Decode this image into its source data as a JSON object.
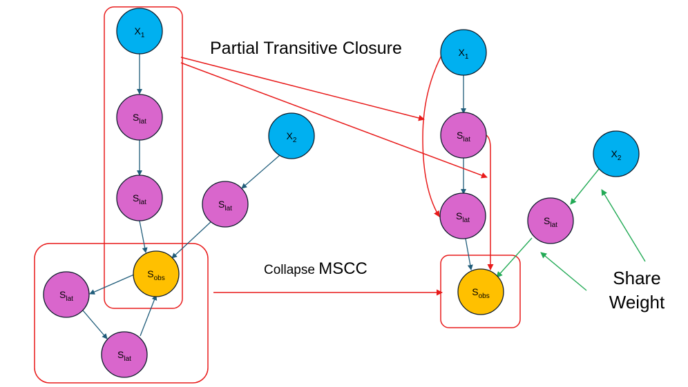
{
  "labels": {
    "ptc": "Partial Transitive Closure",
    "collapse_prefix": "Collapse ",
    "collapse_suffix": "MSCC",
    "share_line1": "Share",
    "share_line2": "Weight"
  },
  "node_text": {
    "x1_main": "X",
    "x1_sub": "1",
    "x2_main": "X",
    "x2_sub": "2",
    "slat_main": "S",
    "slat_sub": "lat",
    "sobs_main": "S",
    "sobs_sub": "obs"
  },
  "colors": {
    "x_fill": "#00B0F0",
    "slat_fill": "#D966CC",
    "sobs_fill": "#FFC000",
    "node_stroke": "#0D1B2A",
    "edge_dark": "#1F5C7A",
    "highlight_red": "#E81A1A",
    "share_green": "#22AA55"
  }
}
